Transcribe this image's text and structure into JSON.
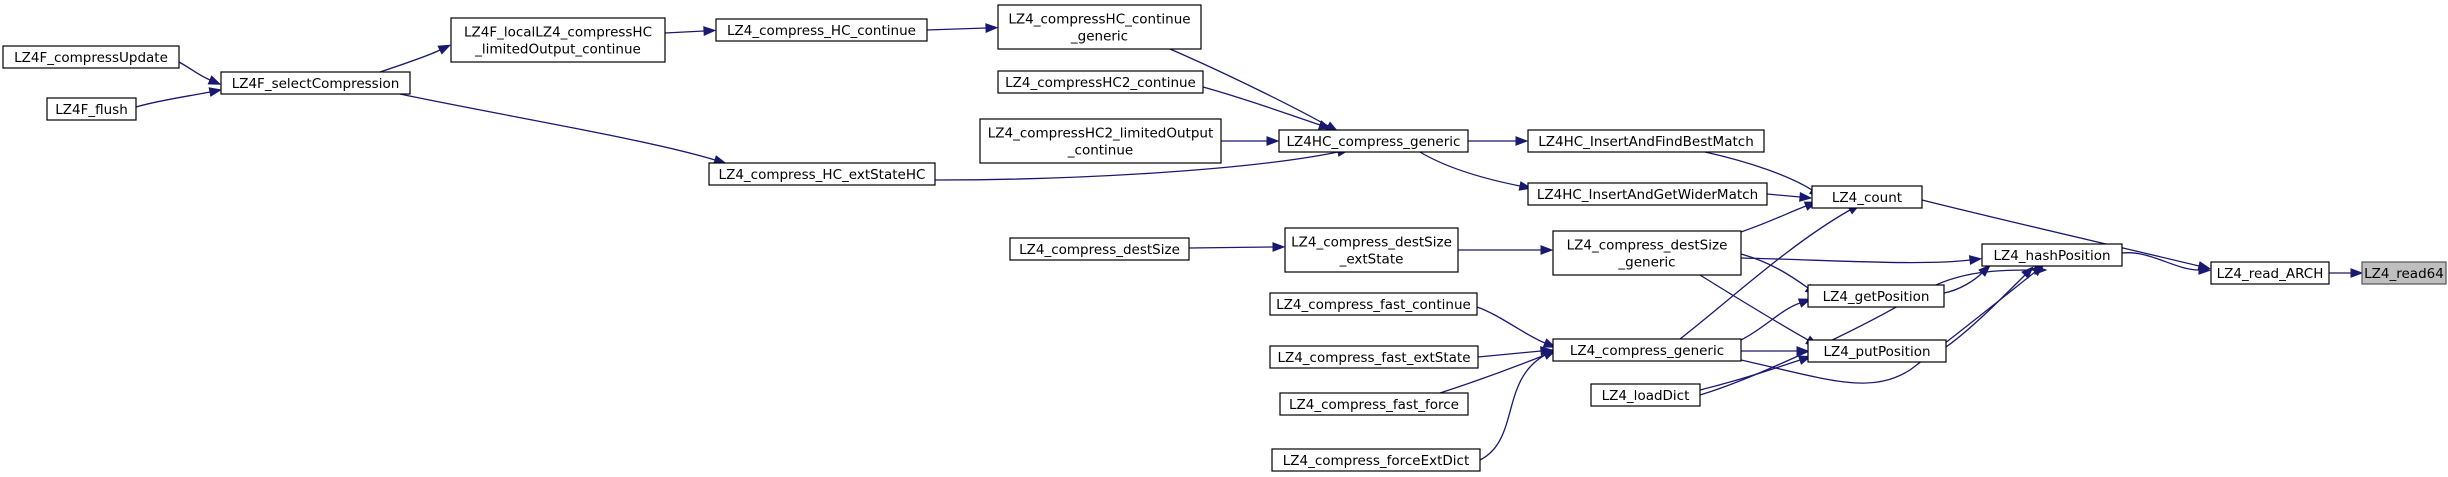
{
  "diagram": {
    "type": "call-graph",
    "colors": {
      "edge": "#191970",
      "node_border": "#000000",
      "node_fill": "#ffffff",
      "focus_fill": "#bfbfbf"
    },
    "nodes": [
      {
        "id": "read64",
        "lines": [
          "LZ4_read64"
        ],
        "focus": true
      },
      {
        "id": "read_arch",
        "lines": [
          "LZ4_read_ARCH"
        ]
      },
      {
        "id": "count",
        "lines": [
          "LZ4_count"
        ]
      },
      {
        "id": "hashpos",
        "lines": [
          "LZ4_hashPosition"
        ]
      },
      {
        "id": "getpos",
        "lines": [
          "LZ4_getPosition"
        ]
      },
      {
        "id": "putpos",
        "lines": [
          "LZ4_putPosition"
        ]
      },
      {
        "id": "insert_best",
        "lines": [
          "LZ4HC_InsertAndFindBestMatch"
        ]
      },
      {
        "id": "insert_wider",
        "lines": [
          "LZ4HC_InsertAndGetWiderMatch"
        ]
      },
      {
        "id": "destsize_generic",
        "lines": [
          "LZ4_compress_destSize",
          "_generic"
        ]
      },
      {
        "id": "compress_generic",
        "lines": [
          "LZ4_compress_generic"
        ]
      },
      {
        "id": "loaddict",
        "lines": [
          "LZ4_loadDict"
        ]
      },
      {
        "id": "hc_generic",
        "lines": [
          "LZ4HC_compress_generic"
        ]
      },
      {
        "id": "destsize_ext",
        "lines": [
          "LZ4_compress_destSize",
          "_extState"
        ]
      },
      {
        "id": "fast_continue",
        "lines": [
          "LZ4_compress_fast_continue"
        ]
      },
      {
        "id": "fast_ext",
        "lines": [
          "LZ4_compress_fast_extState"
        ]
      },
      {
        "id": "fast_force",
        "lines": [
          "LZ4_compress_fast_force"
        ]
      },
      {
        "id": "force_ext",
        "lines": [
          "LZ4_compress_forceExtDict"
        ]
      },
      {
        "id": "hc_continue_generic",
        "lines": [
          "LZ4_compressHC_continue",
          "_generic"
        ]
      },
      {
        "id": "hc2_continue",
        "lines": [
          "LZ4_compressHC2_continue"
        ]
      },
      {
        "id": "hc2_limited",
        "lines": [
          "LZ4_compressHC2_limitedOutput",
          "_continue"
        ]
      },
      {
        "id": "hc_ext",
        "lines": [
          "LZ4_compress_HC_extStateHC"
        ]
      },
      {
        "id": "destsize",
        "lines": [
          "LZ4_compress_destSize"
        ]
      },
      {
        "id": "hc_continue",
        "lines": [
          "LZ4_compress_HC_continue"
        ]
      },
      {
        "id": "local_hc",
        "lines": [
          "LZ4F_localLZ4_compressHC",
          "_limitedOutput_continue"
        ]
      },
      {
        "id": "select",
        "lines": [
          "LZ4F_selectCompression"
        ]
      },
      {
        "id": "update",
        "lines": [
          "LZ4F_compressUpdate"
        ]
      },
      {
        "id": "flush",
        "lines": [
          "LZ4F_flush"
        ]
      }
    ],
    "edges": [
      {
        "from": "read_arch",
        "to": "read64"
      },
      {
        "from": "count",
        "to": "read_arch"
      },
      {
        "from": "hashpos",
        "to": "read_arch"
      },
      {
        "from": "insert_best",
        "to": "count"
      },
      {
        "from": "insert_wider",
        "to": "count"
      },
      {
        "from": "destsize_generic",
        "to": "count"
      },
      {
        "from": "compress_generic",
        "to": "count"
      },
      {
        "from": "getpos",
        "to": "hashpos"
      },
      {
        "from": "putpos",
        "to": "hashpos"
      },
      {
        "from": "destsize_generic",
        "to": "hashpos"
      },
      {
        "from": "compress_generic",
        "to": "hashpos"
      },
      {
        "from": "loaddict",
        "to": "hashpos"
      },
      {
        "from": "destsize_generic",
        "to": "getpos"
      },
      {
        "from": "compress_generic",
        "to": "getpos"
      },
      {
        "from": "destsize_generic",
        "to": "putpos"
      },
      {
        "from": "compress_generic",
        "to": "putpos"
      },
      {
        "from": "loaddict",
        "to": "putpos"
      },
      {
        "from": "hc_generic",
        "to": "insert_best"
      },
      {
        "from": "hc_generic",
        "to": "insert_wider"
      },
      {
        "from": "destsize_ext",
        "to": "destsize_generic"
      },
      {
        "from": "fast_continue",
        "to": "compress_generic"
      },
      {
        "from": "fast_ext",
        "to": "compress_generic"
      },
      {
        "from": "fast_force",
        "to": "compress_generic"
      },
      {
        "from": "force_ext",
        "to": "compress_generic"
      },
      {
        "from": "hc_continue_generic",
        "to": "hc_generic"
      },
      {
        "from": "hc2_continue",
        "to": "hc_generic"
      },
      {
        "from": "hc2_limited",
        "to": "hc_generic"
      },
      {
        "from": "hc_ext",
        "to": "hc_generic"
      },
      {
        "from": "destsize",
        "to": "destsize_ext"
      },
      {
        "from": "hc_continue",
        "to": "hc_continue_generic"
      },
      {
        "from": "local_hc",
        "to": "hc_continue"
      },
      {
        "from": "select",
        "to": "local_hc"
      },
      {
        "from": "select",
        "to": "hc_ext"
      },
      {
        "from": "update",
        "to": "select"
      },
      {
        "from": "flush",
        "to": "select"
      }
    ]
  }
}
